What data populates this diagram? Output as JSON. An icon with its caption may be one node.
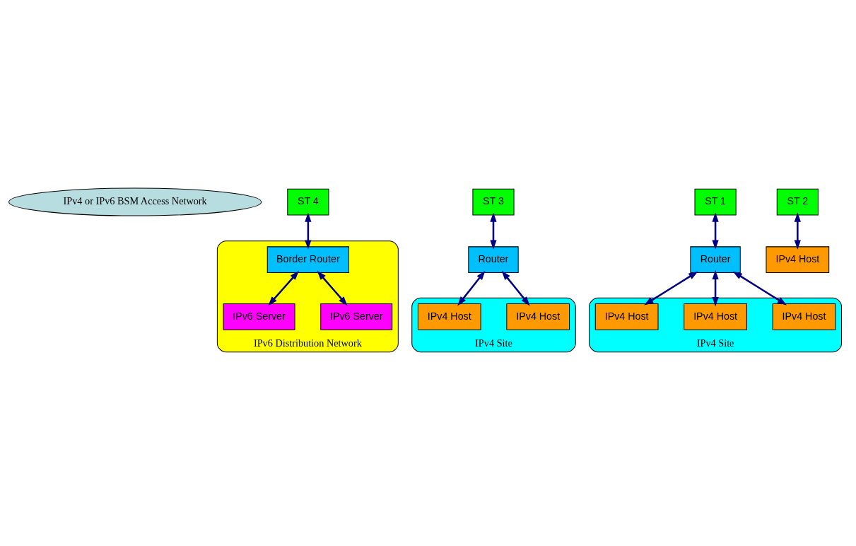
{
  "diagram": {
    "nodes": [
      {
        "text": [
          "IPv4 or IPv6 BSM Access Network"
        ]
      },
      {
        "text": [
          "ST 4"
        ]
      },
      {
        "text": [
          "ST 3"
        ]
      },
      {
        "text": [
          "ST 1"
        ]
      },
      {
        "text": [
          "ST 2"
        ]
      },
      {
        "text": [
          "IPv6 Distribution Network"
        ]
      },
      {
        "text": [
          "IPv6 Server"
        ],
        "in": 5
      },
      {
        "text": [
          "Border Router"
        ],
        "in": 5
      },
      {
        "text": [
          "IPv6 Server"
        ],
        "in": 5
      },
      {
        "text": [
          "Router"
        ]
      },
      {
        "text": [
          "IPv4 Site"
        ]
      },
      {
        "text": [
          "IPv4 Host"
        ],
        "in": 10
      },
      {
        "text": [
          "IPv4 Host"
        ],
        "in": 10
      },
      {
        "text": [
          "IPv4 Host"
        ],
        "in": 10
      },
      {
        "text": [
          "IPv4 Host"
        ]
      },
      {
        "text": [
          "Router"
        ]
      },
      {
        "text": [
          "IPv4 Site"
        ]
      },
      {
        "text": [
          "IPv4 Host"
        ],
        "in": 16
      },
      {
        "text": [
          "IPv4 Host"
        ],
        "in": 16
      }
    ],
    "edges": [
      {
        "from": 1,
        "to": 7,
        "arrow": "both"
      },
      {
        "from": 7,
        "to": 6,
        "arrow": "both"
      },
      {
        "from": 7,
        "to": 8,
        "arrow": "both"
      },
      {
        "from": 2,
        "to": 15,
        "arrow": "both"
      },
      {
        "from": 3,
        "to": 9,
        "arrow": "both"
      },
      {
        "from": 4,
        "to": 14,
        "arrow": "both"
      },
      {
        "from": 9,
        "to": 11,
        "arrow": "both"
      },
      {
        "from": 9,
        "to": 13,
        "arrow": "both"
      },
      {
        "from": 9,
        "to": 12,
        "arrow": "both"
      },
      {
        "from": 15,
        "to": 17,
        "arrow": "both"
      },
      {
        "from": 15,
        "to": 18,
        "arrow": "both"
      }
    ]
  }
}
